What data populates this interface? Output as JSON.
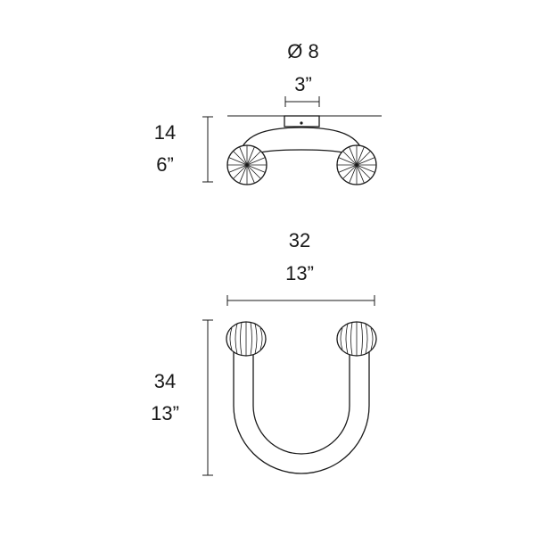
{
  "dimensions": {
    "side_view": {
      "diameter_cm": "Ø 8",
      "diameter_in": "3”",
      "height_cm": "14",
      "height_in": "6”"
    },
    "top_view": {
      "width_cm": "32",
      "width_in": "13”",
      "height_cm": "34",
      "height_in": "13”"
    }
  },
  "colors": {
    "ink": "#1a1a1a",
    "background": "#ffffff"
  }
}
